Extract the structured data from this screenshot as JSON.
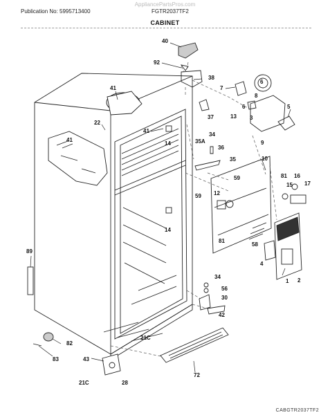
{
  "header": {
    "publication": "Publication No: 5995713400",
    "model": "FGTR2037TF2",
    "watermark": "AppliancePartsPros.com",
    "section_title": "CABINET"
  },
  "footer": {
    "diagram_code": "CABGTR2037TF2"
  },
  "callouts": {
    "c40": "40",
    "c92": "92",
    "c38": "38",
    "c41a": "41",
    "c41b": "41",
    "c41c": "41",
    "c37": "37",
    "c7": "7",
    "c8": "8",
    "c6a": "6",
    "c6b": "6",
    "c13": "13",
    "c3": "3",
    "c5": "5",
    "c9": "9",
    "c22": "22",
    "c14a": "14",
    "c14b": "14",
    "c34a": "34",
    "c35A": "35A",
    "c36": "36",
    "c35": "35",
    "c10": "10",
    "c59a": "59",
    "c59b": "59",
    "c81a": "81",
    "c81b": "81",
    "c16": "16",
    "c15": "15",
    "c17": "17",
    "c12": "12",
    "c58": "58",
    "c4": "4",
    "c1": "1",
    "c2": "2",
    "c89": "89",
    "c34b": "34",
    "c56": "56",
    "c30": "30",
    "c42": "42",
    "c82": "82",
    "c83": "83",
    "c21Ca": "21C",
    "c43": "43",
    "c21Cb": "21C",
    "c28": "28",
    "c72": "72"
  }
}
